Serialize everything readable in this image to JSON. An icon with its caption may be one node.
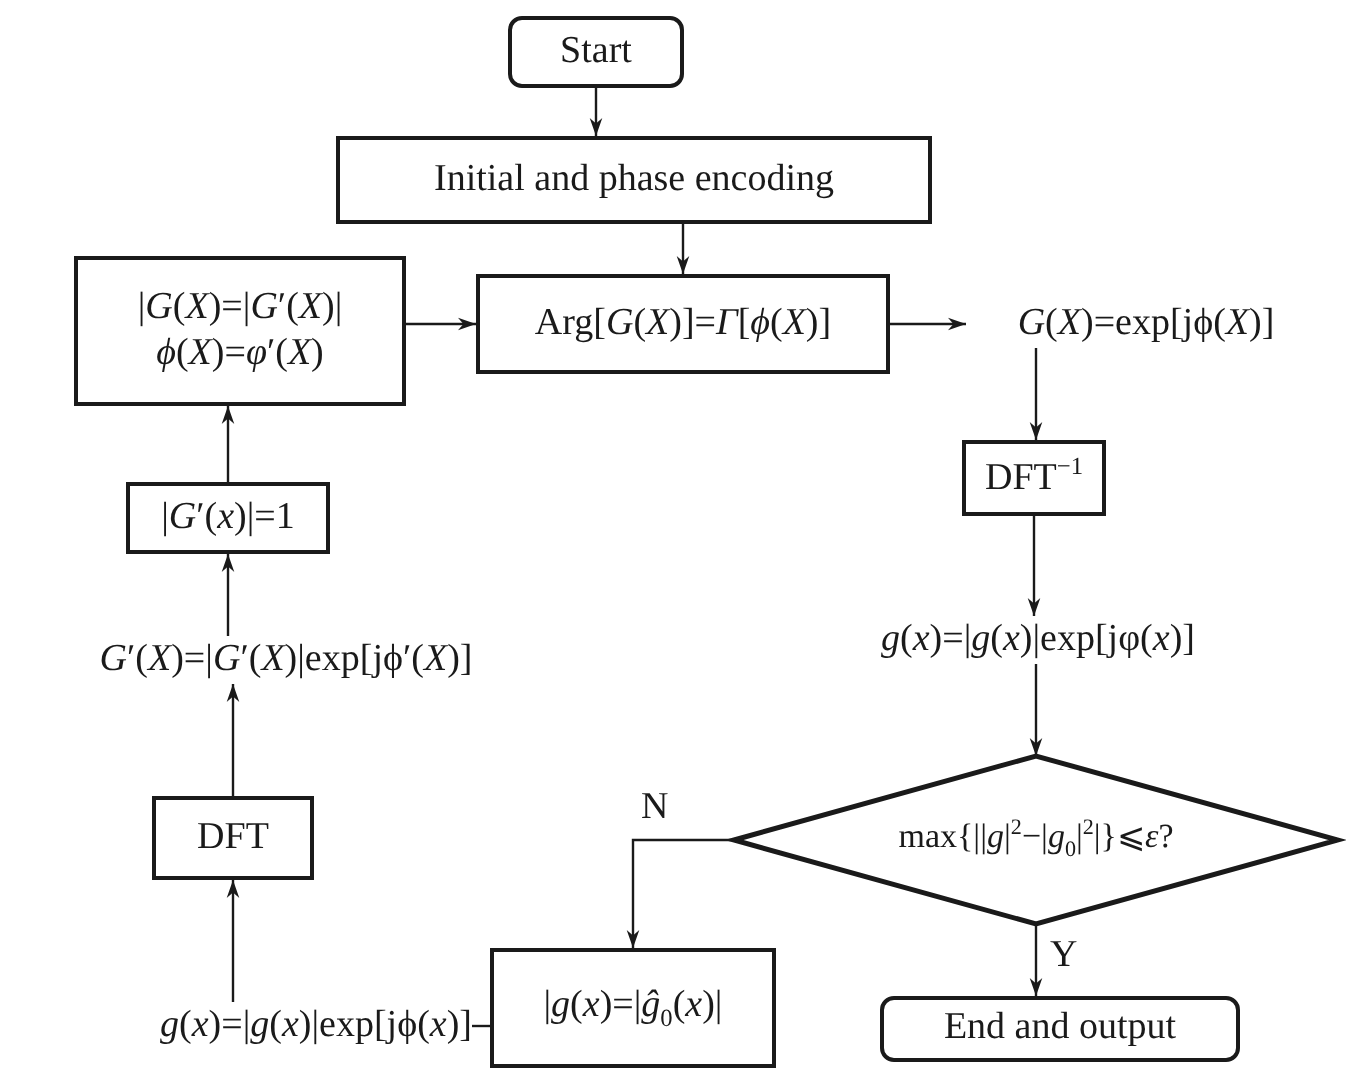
{
  "diagram": {
    "nodes": [
      {
        "text": [
          "Start"
        ]
      },
      {
        "text": [
          "Initial and phase encoding"
        ]
      },
      {
        "text": [
          "|*G*(*X*)=|*G*′(*X*)|",
          "*ϕ*(*X*)=*φ*′(*X*)"
        ]
      },
      {
        "text": [
          "Arg[*G*(*X*)]=*Γ*[*ϕ*(*X*)]"
        ]
      },
      {
        "text": [
          "*G*(*X*)=exp[jϕ(*X*)]"
        ]
      },
      {
        "text": [
          "|*G*′(*x*)|=1"
        ]
      },
      {
        "text": [
          "DFT$^{−1}$"
        ]
      },
      {
        "text": [
          "*G*′(*X*)=|*G*′(*X*)|exp[jϕ′(*X*)]"
        ]
      },
      {
        "text": [
          "*g*(*x*)=|*g*(*x*)|exp[jφ(*x*)]"
        ]
      },
      {
        "text": [
          "DFT"
        ]
      },
      {
        "text": [
          "max{||*g*|$^{2}$−|*g*$_{0}$|$^{2}$|}⩽*ε*?"
        ]
      },
      {
        "text": [
          "*g*(*x*)=|*g*(*x*)|exp[jϕ(*x*)]"
        ]
      },
      {
        "text": [
          "|*g*(*x*)=|*ĝ*$_{0}$(*x*)|"
        ]
      },
      {
        "text": [
          "End and output"
        ]
      }
    ],
    "edges": [
      {
        "from": 0,
        "to": 1,
        "arrow": "to"
      },
      {
        "from": 1,
        "to": 3,
        "arrow": "to"
      },
      {
        "from": 2,
        "to": 3,
        "arrow": "to"
      },
      {
        "from": 3,
        "to": 4,
        "arrow": "to"
      },
      {
        "from": 4,
        "to": 6,
        "arrow": "to"
      },
      {
        "from": 6,
        "to": 8,
        "arrow": "to"
      },
      {
        "from": 8,
        "to": 10,
        "arrow": "to"
      },
      {
        "from": 10,
        "to": 12,
        "arrow": "to",
        "label": "N"
      },
      {
        "from": 10,
        "to": 13,
        "arrow": "to",
        "label": "Y"
      },
      {
        "from": 12,
        "to": 11,
        "arrow": "none"
      },
      {
        "from": 11,
        "to": 9,
        "arrow": "to"
      },
      {
        "from": 9,
        "to": 7,
        "arrow": "to"
      },
      {
        "from": 7,
        "to": 5,
        "arrow": "to"
      },
      {
        "from": 5,
        "to": 2,
        "arrow": "to"
      }
    ]
  }
}
